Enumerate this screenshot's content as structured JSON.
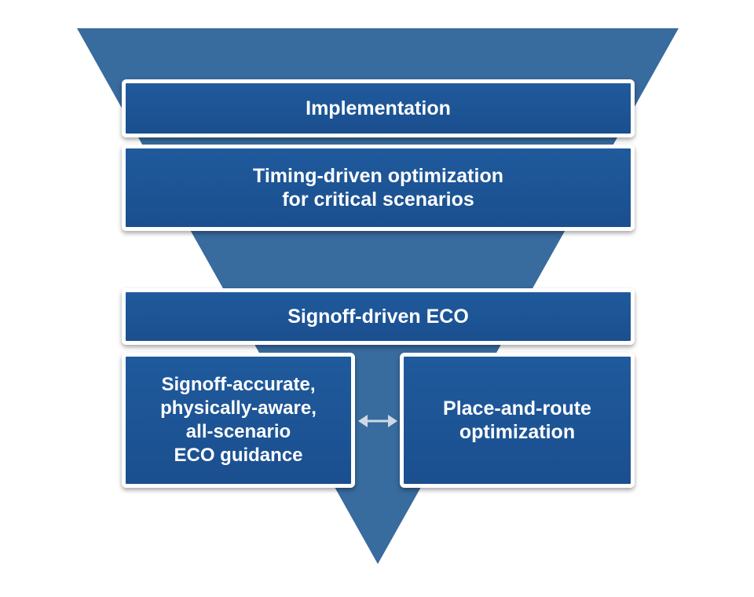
{
  "diagram": {
    "colors": {
      "funnel": "#386b9e",
      "box_fill": "#1f5a9c",
      "box_border": "#ffffff",
      "text": "#ffffff",
      "arrow": "#cdd9e6"
    },
    "boxes": {
      "implementation": {
        "line1": "Implementation"
      },
      "timing_optimization": {
        "line1": "Timing-driven optimization",
        "line2": "for critical scenarios"
      },
      "signoff_eco": {
        "line1": "Signoff-driven ECO"
      },
      "eco_guidance": {
        "line1": "Signoff-accurate,",
        "line2": "physically-aware,",
        "line3": "all-scenario",
        "line4": "ECO guidance"
      },
      "place_and_route": {
        "line1": "Place-and-route",
        "line2": "optimization"
      }
    },
    "connector_icon": "double-headed-arrow-icon"
  }
}
